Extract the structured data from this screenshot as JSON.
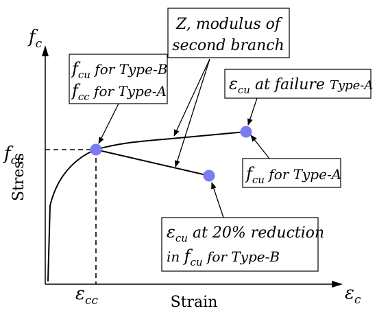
{
  "axes": {
    "y_symbol": "f",
    "y_symbol_sub": "c",
    "x_symbol": "ε",
    "x_symbol_sub": "c",
    "y_label": "Stress",
    "x_label": "Strain",
    "y_tick": "f",
    "y_tick_sub": "cc",
    "x_tick": "ε",
    "x_tick_sub": "cc"
  },
  "labels": {
    "peak": {
      "line1_sym": "f",
      "line1_sub": "cu",
      "line1_text": " for Type-B",
      "line2_sym": "f",
      "line2_sub": "cc",
      "line2_text": " for Type-A"
    },
    "modulus": {
      "line1": "Z, modulus of",
      "line2": "second branch"
    },
    "failure": {
      "sym": "ε",
      "sub": "cu",
      "text": " at failure ",
      "type": "Type-A"
    },
    "fcu_typeA": {
      "sym": "f",
      "sub": "cu",
      "text": " for Type-A"
    },
    "reduction": {
      "line1_sym": "ε",
      "line1_sub": "cu",
      "line1_text": " at 20% reduction",
      "line2_pre": "in ",
      "line2_sym": "f",
      "line2_sub": "cu",
      "line2_text": " for Type-B"
    }
  },
  "colors": {
    "marker": "#7b7bf0",
    "ink": "#000000"
  }
}
